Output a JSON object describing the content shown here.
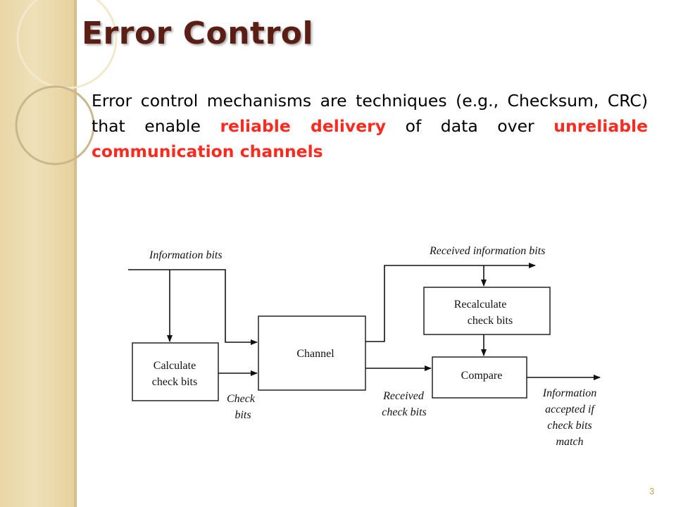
{
  "slide": {
    "title": "Error Control",
    "body_lead": "Error control mechanisms are techniques (e.g., Checksum, CRC) that enable ",
    "body_highlight_1": "reliable delivery",
    "body_mid": " of data over ",
    "body_highlight_2": "unreliable communication channels",
    "page_number": "3",
    "colors": {
      "title": "#5a1e14",
      "highlight": "#ff2a1f",
      "band": "#e8d6a6"
    }
  },
  "diagram": {
    "boxes": {
      "calculate": [
        "Calculate",
        "check bits"
      ],
      "channel": "Channel",
      "recalculate": [
        "Recalculate",
        "check bits"
      ],
      "compare": "Compare"
    },
    "labels": {
      "information_bits": "Information bits",
      "received_information_bits": "Received information bits",
      "check_bits": [
        "Check",
        "bits"
      ],
      "received_check_bits": [
        "Received",
        "check bits"
      ],
      "information_accepted": [
        "Information",
        "accepted if",
        "check bits",
        "match"
      ]
    }
  }
}
